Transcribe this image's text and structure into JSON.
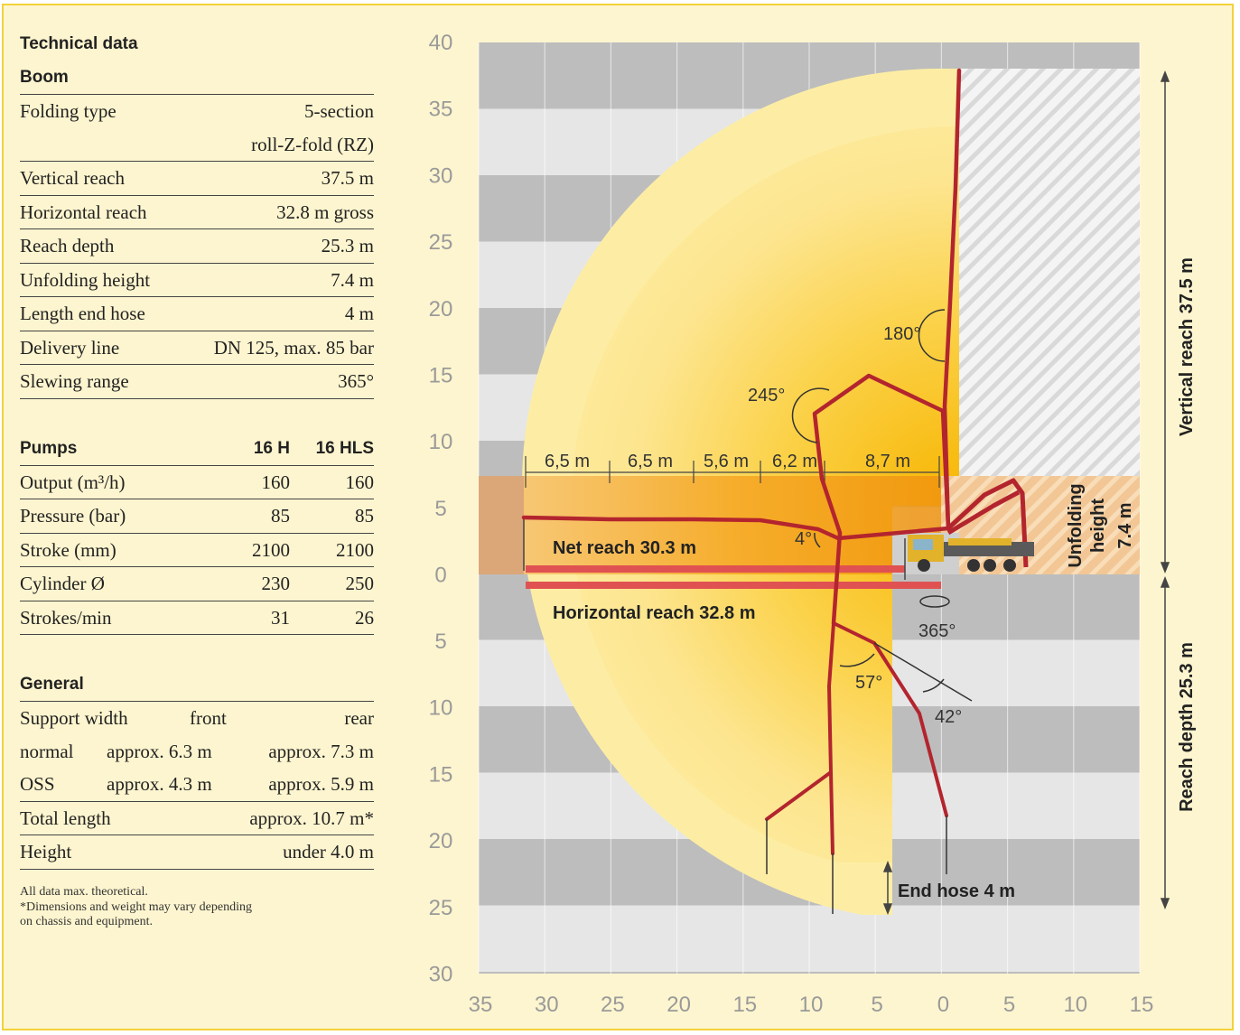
{
  "technical_data_title": "Technical data",
  "boom": {
    "title": "Boom",
    "rows": [
      {
        "label": "Folding type",
        "value": "5-section"
      },
      {
        "label": "",
        "value": "roll-Z-fold (RZ)"
      },
      {
        "label": "Vertical reach",
        "value": "37.5 m"
      },
      {
        "label": "Horizontal reach",
        "value": "32.8 m gross"
      },
      {
        "label": "Reach depth",
        "value": "25.3 m"
      },
      {
        "label": "Unfolding height",
        "value": "7.4 m"
      },
      {
        "label": "Length end hose",
        "value": "4 m"
      },
      {
        "label": "Delivery line",
        "value": "DN 125, max. 85 bar"
      },
      {
        "label": "Slewing range",
        "value": "365°"
      }
    ]
  },
  "pumps": {
    "title": "Pumps",
    "col1": "16 H",
    "col2": "16 HLS",
    "rows": [
      {
        "label": "Output (m³/h)",
        "v1": "160",
        "v2": "160"
      },
      {
        "label": "Pressure (bar)",
        "v1": "85",
        "v2": "85"
      },
      {
        "label": "Stroke (mm)",
        "v1": "2100",
        "v2": "2100"
      },
      {
        "label": "Cylinder Ø",
        "v1": "230",
        "v2": "250"
      },
      {
        "label": "Strokes/min",
        "v1": "31",
        "v2": "26"
      }
    ]
  },
  "general": {
    "title": "General",
    "support_header": {
      "label": "Support width",
      "front": "front",
      "rear": "rear"
    },
    "support_rows": [
      {
        "label": "normal",
        "front": "approx. 6.3 m",
        "rear": "approx. 7.3 m"
      },
      {
        "label": "OSS",
        "front": "approx. 4.3 m",
        "rear": "approx. 5.9 m"
      }
    ],
    "rows": [
      {
        "label": "Total length",
        "value": "approx. 10.7 m*"
      },
      {
        "label": "Height",
        "value": "under 4.0 m"
      }
    ]
  },
  "footnotes": [
    "All data max. theoretical.",
    "*Dimensions and weight may vary depending",
    "on chassis and equipment."
  ],
  "diagram": {
    "y_ticks_up": [
      "40",
      "35",
      "30",
      "25",
      "20",
      "15",
      "10",
      "5",
      "0"
    ],
    "y_ticks_down": [
      "5",
      "10",
      "15",
      "20",
      "25",
      "30"
    ],
    "x_ticks": [
      "35",
      "30",
      "25",
      "20",
      "15",
      "10",
      "5",
      "0",
      "5",
      "10",
      "15"
    ],
    "segments": [
      "6,5 m",
      "6,5 m",
      "5,6 m",
      "6,2 m",
      "8,7 m"
    ],
    "angles": {
      "a180": "180°",
      "a245": "245°",
      "a4": "4°",
      "a57": "57°",
      "a42": "42°",
      "slew": "365°"
    },
    "net_reach": "Net reach 30.3 m",
    "horizontal_reach": "Horizontal reach 32.8 m",
    "end_hose": "End hose 4 m",
    "unfolding_label": [
      "Unfolding",
      "height",
      "7.4 m"
    ],
    "vertical_reach_label": "Vertical reach 37.5 m",
    "reach_depth_label": "Reach depth 25.3 m",
    "colors": {
      "boom": "#b3252e",
      "reach_bar": "#e05252",
      "envelope": "#fbe88a",
      "core": "#f7b500"
    }
  }
}
